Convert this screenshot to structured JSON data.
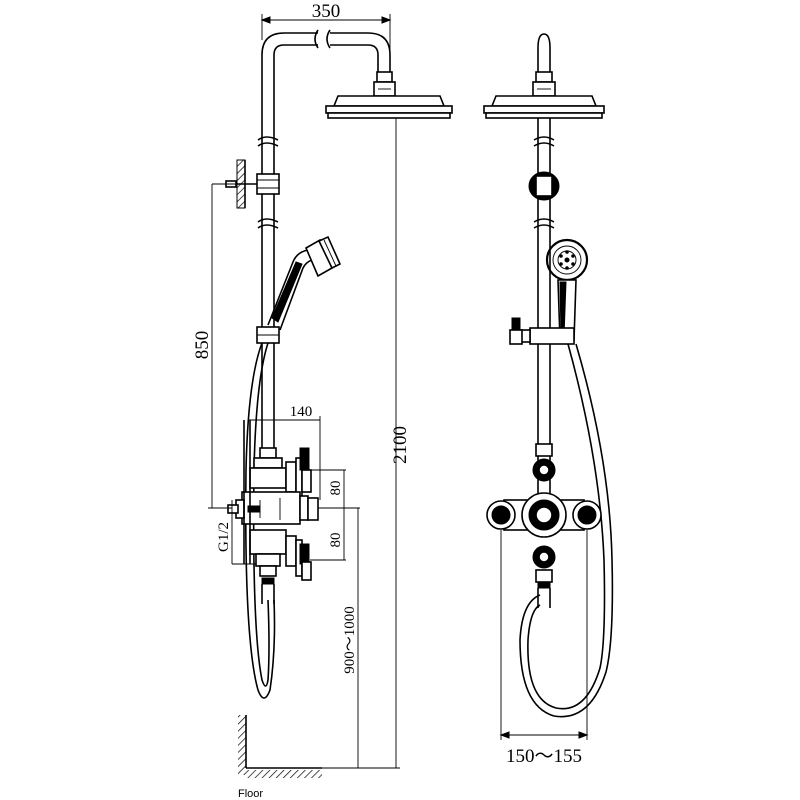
{
  "dimensions": {
    "top_width": "350",
    "bracket_height": "850",
    "total_height": "2100",
    "mixer_depth": "140",
    "upper_spacing": "80",
    "lower_spacing": "80",
    "inlet_thread": "G1/2",
    "mixer_height": "900～1000",
    "inlet_spacing": "150～155"
  },
  "labels": {
    "floor": "Floor"
  }
}
